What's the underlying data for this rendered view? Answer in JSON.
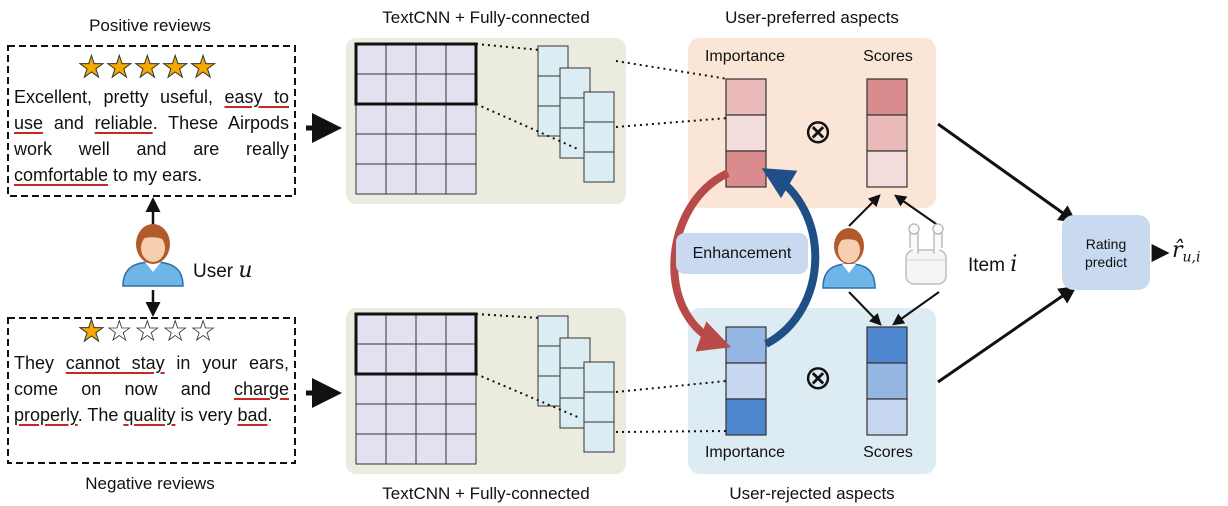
{
  "review_panels": {
    "positive": {
      "title": "Positive reviews",
      "stars_filled": 5,
      "stars_total": 5,
      "segments": [
        {
          "t": "Excellent, pretty useful, ",
          "u": false
        },
        {
          "t": "easy to use",
          "u": true
        },
        {
          "t": " and ",
          "u": false
        },
        {
          "t": "reliable",
          "u": true
        },
        {
          "t": ". These Airpods work well and are really ",
          "u": false
        },
        {
          "t": "comfortable",
          "u": true
        },
        {
          "t": " to my ears.",
          "u": false
        }
      ]
    },
    "negative": {
      "title": "Negative reviews",
      "stars_filled": 1,
      "stars_total": 5,
      "segments": [
        {
          "t": "They ",
          "u": false
        },
        {
          "t": "cannot stay",
          "u": true
        },
        {
          "t": " in your ears, come on now and ",
          "u": false
        },
        {
          "t": "charge properly",
          "u": true
        },
        {
          "t": ". The ",
          "u": false
        },
        {
          "t": "quality",
          "u": true
        },
        {
          "t": " is very ",
          "u": false
        },
        {
          "t": "bad",
          "u": true
        },
        {
          "t": ".",
          "u": false
        }
      ]
    }
  },
  "user": {
    "label": "User",
    "symbol": "u"
  },
  "item": {
    "label": "Item",
    "symbol": "i"
  },
  "encoders": {
    "top_title": "TextCNN + Fully-connected",
    "bottom_title": "TextCNN + Fully-connected"
  },
  "aspects": {
    "preferred": {
      "title": "User-preferred aspects",
      "importance": "Importance",
      "scores": "Scores"
    },
    "rejected": {
      "title": "User-rejected aspects",
      "importance": "Importance",
      "scores": "Scores"
    }
  },
  "enhancement": "Enhancement",
  "rating": {
    "line1": "Rating",
    "line2": "predict",
    "output": "r̂"
  },
  "output_subscript": "u,i",
  "operator": "⊗",
  "colors": {
    "encoder_bg": "#ecebe0",
    "grid_fill": "#e4e0ef",
    "fm_fill": "#dcecf3",
    "preferred_bg": "#fbe5d6",
    "rejected_bg": "#ddebf3",
    "pink_dark": "#d98b8d",
    "pink_mid": "#eab9b9",
    "pink_light": "#f3dcdc",
    "blue_dark": "#4e86cf",
    "blue_mid": "#94b6e3",
    "blue_light": "#c7d7f0",
    "node_fill": "#c9d9f0",
    "arrow_red": "#b94a4a",
    "arrow_blue": "#1f4f86"
  }
}
